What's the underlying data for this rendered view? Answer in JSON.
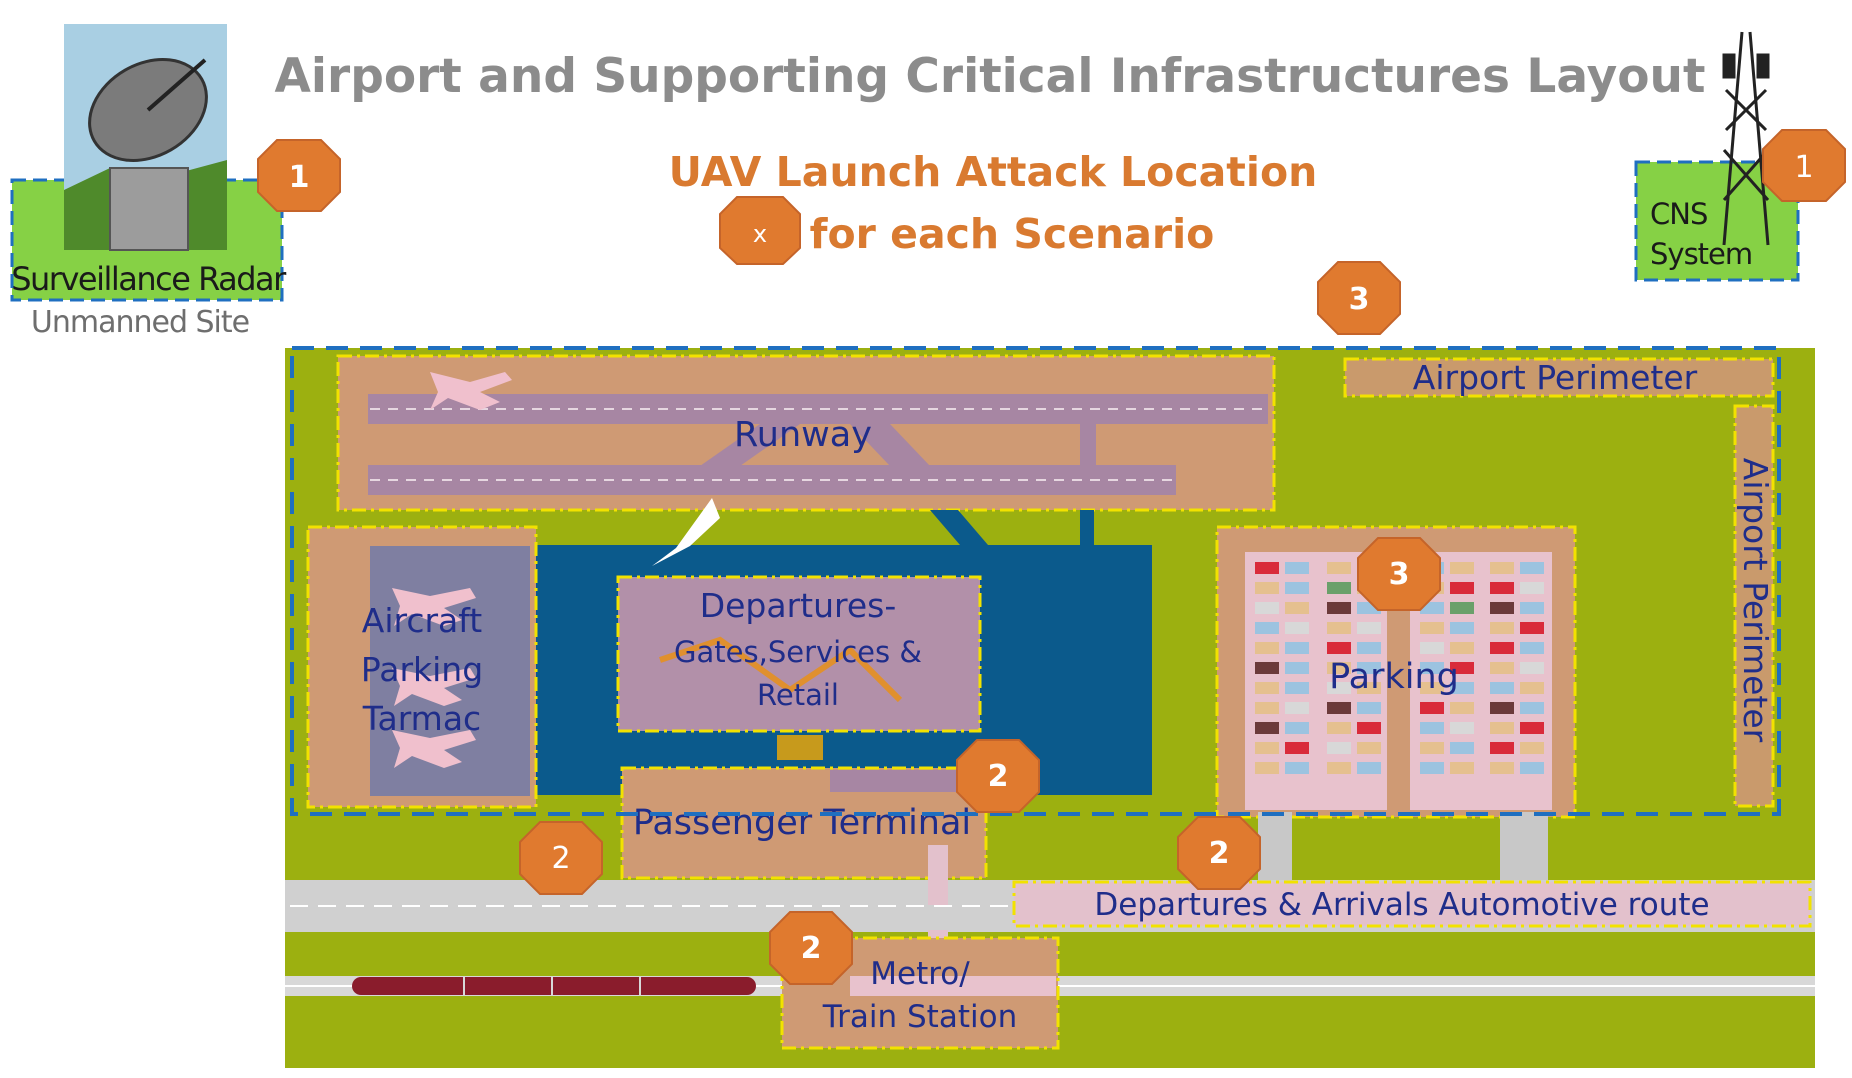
{
  "title": "Airport and Supporting Critical Infrastructures Layout",
  "legend": {
    "line1": "UAV Launch Attack Location",
    "line2": "for each Scenario",
    "marker": "x"
  },
  "radar": {
    "label": "Surveillance Radar",
    "sublabel": "Unmanned Site",
    "marker": "1"
  },
  "cns": {
    "line1": "CNS",
    "line2": "System",
    "marker": "1"
  },
  "zones": {
    "runway": "Runway",
    "perimeter_top": "Airport Perimeter",
    "perimeter_side": "Airport Perimeter",
    "tarmac_line1": "Aircraft",
    "tarmac_line2": "Parking",
    "tarmac_line3": "Tarmac",
    "departures_line1": "Departures-",
    "departures_line2": "Gates,Services &",
    "departures_line3": "Retail",
    "passenger_terminal": "Passenger Terminal",
    "parking": "Parking",
    "automotive_route": "Departures & Arrivals Automotive route",
    "metro_line1": "Metro/",
    "metro_line2": "Train Station"
  },
  "markers": {
    "perimeter_north": "3",
    "parking": "3",
    "terminal_east": "2",
    "terminal_west": "2",
    "route": "2",
    "metro": "2"
  },
  "colors": {
    "field": "#9cb010",
    "apron": "#c99a6c",
    "runway_strip": "#a786a3",
    "apron_water": "#0b5a8c",
    "marker": "#e07a2f",
    "zone_border": "#f2e200",
    "perimeter_dash": "#1f6fc0",
    "site_fill": "#86d145"
  }
}
